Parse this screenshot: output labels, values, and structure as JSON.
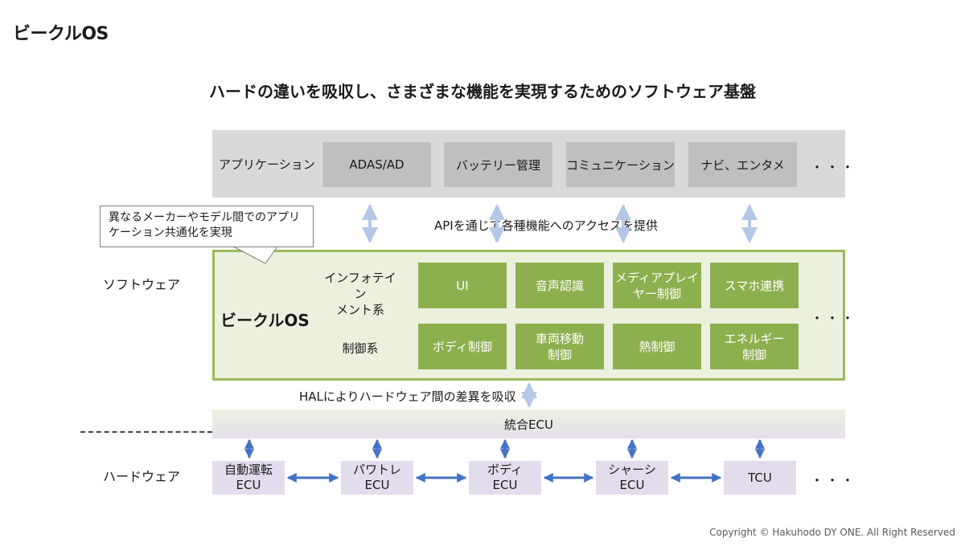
{
  "page_title": "ビークルOS",
  "subtitle": "ハードの違いを吸収し、さまざまな機能を実現するためのソフトウェア基盤",
  "applications": {
    "label": "アプリケーション",
    "items": [
      "ADAS/AD",
      "バッテリー管理",
      "コミュニケーション",
      "ナビ、エンタメ"
    ],
    "more": "・・・"
  },
  "api_text": "APIを通じて各種機能へのアクセスを提供",
  "callout": "異なるメーカーやモデル間でのアプリケーション共通化を実現",
  "software": {
    "side_label": "ソフトウェア",
    "os_name": "ビークルOS",
    "more": "・・・",
    "groups": [
      {
        "label": "インフォテイン\nメント系",
        "tiles": [
          "UI",
          "音声認識",
          "メディアプレイ\nヤー制御",
          "スマホ連携"
        ]
      },
      {
        "label": "制御系",
        "tiles": [
          "ボディ制御",
          "車両移動\n制御",
          "熱制御",
          "エネルギー\n制御"
        ]
      }
    ]
  },
  "hal_text": "HALによりハードウェア間の差異を吸収",
  "integrated_ecu": "統合ECU",
  "hardware": {
    "side_label": "ハードウェア",
    "boxes": [
      "自動運転\nECU",
      "パワトレ\nECU",
      "ボディ\nECU",
      "シャーシ\nECU",
      "TCU"
    ],
    "more": "・・・"
  },
  "colors": {
    "app_band": "#d9d9d9",
    "app_box": "#bfbfbf",
    "os_frame": "#9bbb59",
    "os_tile": "#8db04e",
    "arrow_light": "#b4c7e7",
    "arrow_dark": "#4472c4",
    "hw_box": "#e3dced"
  },
  "copyright": "Copyright © Hakuhodo DY ONE. All Right Reserved"
}
